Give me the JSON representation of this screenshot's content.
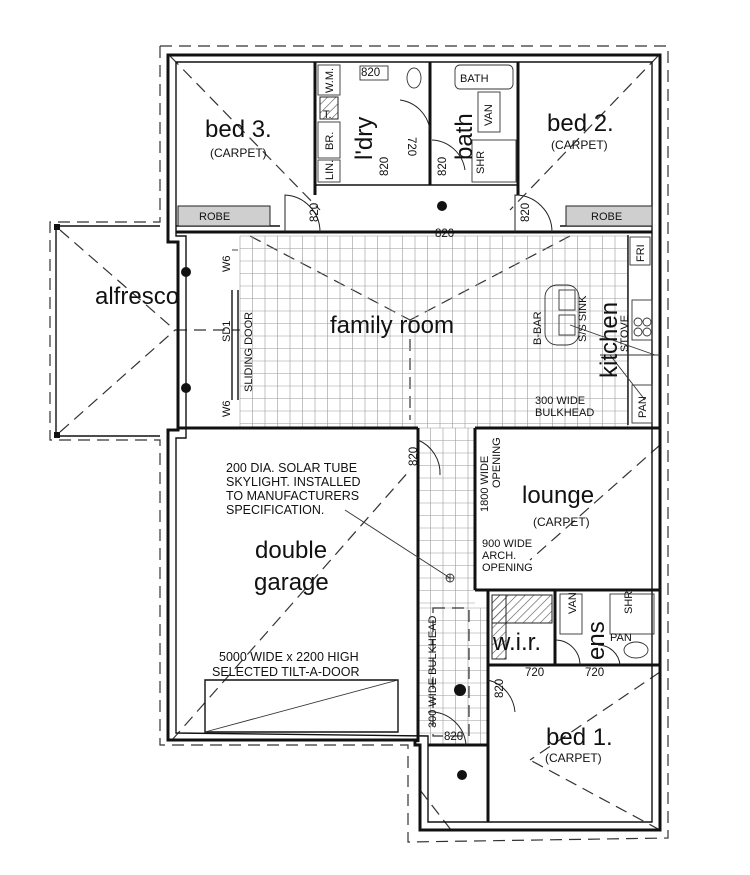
{
  "rooms": {
    "bed3": "bed 3.",
    "bed3_floor": "(CARPET)",
    "bed2": "bed 2.",
    "bed2_floor": "(CARPET)",
    "bed1": "bed 1.",
    "bed1_floor": "(CARPET)",
    "laundry": "l'dry",
    "bath": "bath",
    "alfresco": "alfresco",
    "family_room": "family room",
    "kitchen": "kitchen",
    "lounge": "lounge",
    "lounge_floor": "(CARPET)",
    "double_garage_1": "double",
    "double_garage_2": "garage",
    "wir": "w.i.r.",
    "ens": "ens"
  },
  "fixtures": {
    "robe": "ROBE",
    "bath": "BATH",
    "van": "VAN",
    "shr": "SHR",
    "wm": "W.M.",
    "t": "T.",
    "br": "BR.",
    "lin": "LIN.",
    "fri": "FRI",
    "bbar": "B-BAR",
    "sis_sink": "S/S SINK",
    "stove": "STOVE",
    "pan": "PAN",
    "sliding_door": "SLIDING DOOR",
    "w6": "W6",
    "sd1": "SD1"
  },
  "dimensions": {
    "d820": "820",
    "d720": "720",
    "d720_dash": "720",
    "bulkhead_300": "300 WIDE BULKHEAD",
    "bulkhead_300_a": "300 WIDE",
    "bulkhead_300_b": "BULKHEAD",
    "opening_1800_a": "1800 WIDE",
    "opening_1800_b": "OPENING",
    "arch_900_a": "900 WIDE",
    "arch_900_b": "ARCH.",
    "arch_900_c": "OPENING"
  },
  "notes": {
    "skylight_1": "200 DIA. SOLAR TUBE",
    "skylight_2": "SKYLIGHT. INSTALLED",
    "skylight_3": "TO MANUFACTURERS",
    "skylight_4": "SPECIFICATION.",
    "garage_door_1": "5000 WIDE x 2200 HIGH",
    "garage_door_2": "SELECTED TILT-A-DOOR"
  }
}
